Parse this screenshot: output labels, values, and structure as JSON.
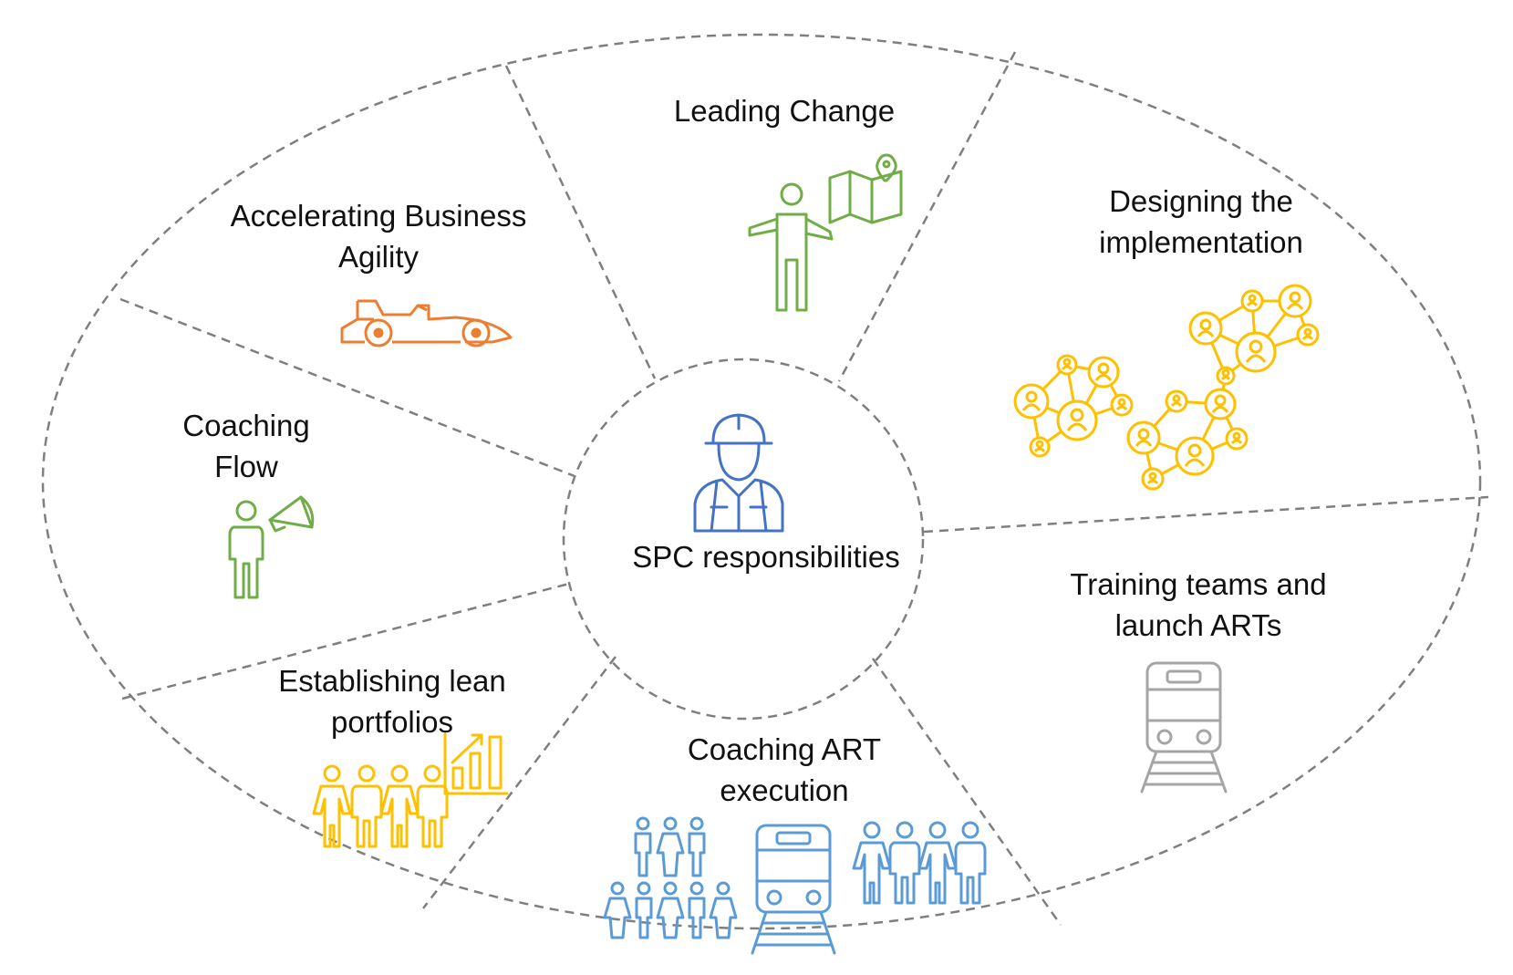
{
  "center": {
    "label": "SPC responsibilities",
    "icon": "construction-worker-icon",
    "icon_color": "#4472C4"
  },
  "segments": [
    {
      "id": "accelerating",
      "lines": [
        "Accelerating Business",
        "Agility"
      ],
      "icon": "race-car-icon",
      "color": "#ED7D31"
    },
    {
      "id": "leading",
      "lines": [
        "Leading Change"
      ],
      "icon": "person-with-map-icon",
      "color": "#70AD47"
    },
    {
      "id": "designing",
      "lines": [
        "Designing the",
        "implementation"
      ],
      "icon": "people-network-icon",
      "color": "#FFC000"
    },
    {
      "id": "coaching-flow",
      "lines": [
        "Coaching",
        "Flow"
      ],
      "icon": "person-megaphone-icon",
      "color": "#70AD47"
    },
    {
      "id": "training",
      "lines": [
        "Training teams and",
        "launch ARTs"
      ],
      "icon": "train-icon",
      "color": "#A5A5A5"
    },
    {
      "id": "portfolios",
      "lines": [
        "Establishing lean",
        "portfolios"
      ],
      "icon": "team-with-growth-chart-icon",
      "color": "#FFC000"
    },
    {
      "id": "art-execution",
      "lines": [
        "Coaching ART",
        "execution"
      ],
      "icon": "teams-and-train-icon",
      "color": "#5B9BD5"
    }
  ],
  "colors": {
    "segment_fill": "#F2F2F2",
    "dashed_border": "#7F7F7F"
  }
}
